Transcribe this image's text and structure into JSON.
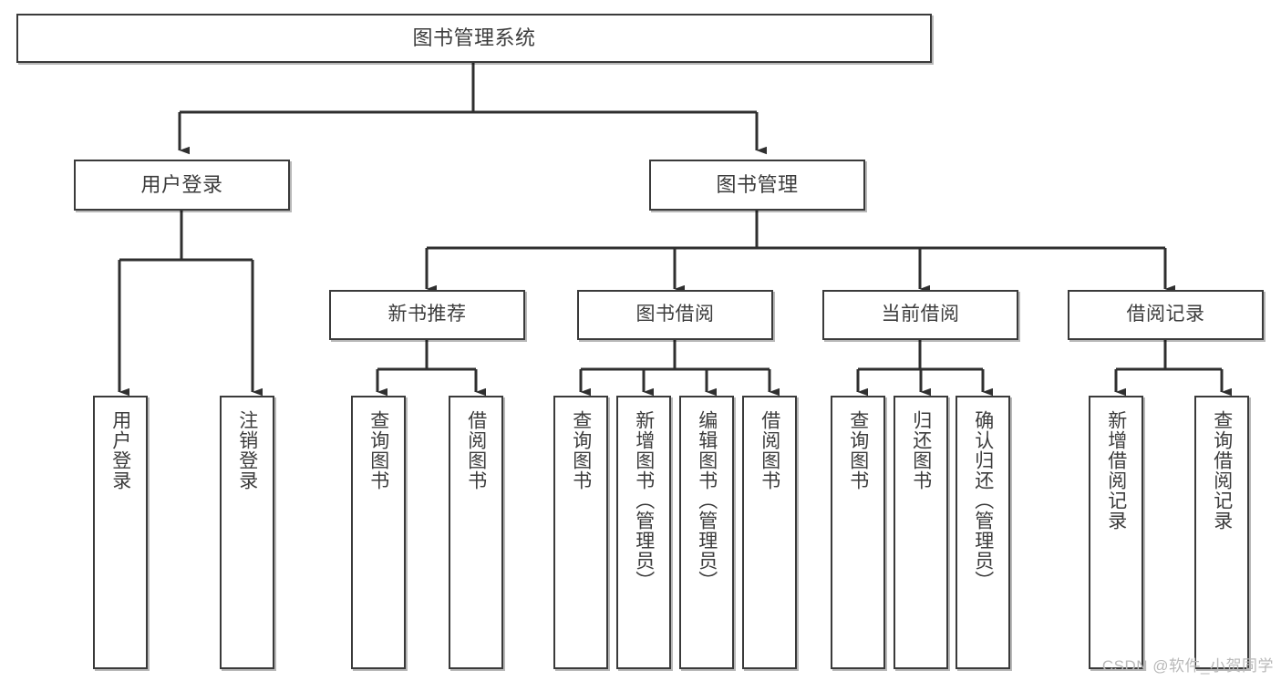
{
  "diagram": {
    "title": "图书管理系统",
    "type": "functional-structure-tree",
    "watermark": "CSDN @软件_小贺同学",
    "colors": {
      "stroke": "#3a3a3a",
      "text": "#3c3c3c",
      "background": "#ffffff",
      "watermark": "#b9b9b9"
    },
    "root": {
      "label": "图书管理系统"
    },
    "level2": [
      {
        "label": "用户登录"
      },
      {
        "label": "图书管理"
      }
    ],
    "level3": [
      {
        "label": "新书推荐"
      },
      {
        "label": "图书借阅"
      },
      {
        "label": "当前借阅"
      },
      {
        "label": "借阅记录"
      }
    ],
    "leaves": {
      "user_login": [
        {
          "label": "用户登录"
        },
        {
          "label": "注销登录"
        }
      ],
      "new_book_recommend": [
        {
          "label": "查询图书"
        },
        {
          "label": "借阅图书"
        }
      ],
      "book_borrow": [
        {
          "label": "查询图书"
        },
        {
          "label": "新增图书（管理员）"
        },
        {
          "label": "编辑图书（管理员）"
        },
        {
          "label": "借阅图书"
        }
      ],
      "current_borrow": [
        {
          "label": "查询图书"
        },
        {
          "label": "归还图书"
        },
        {
          "label": "确认归还（管理员）"
        }
      ],
      "borrow_record": [
        {
          "label": "新增借阅记录"
        },
        {
          "label": "查询借阅记录"
        }
      ]
    }
  }
}
